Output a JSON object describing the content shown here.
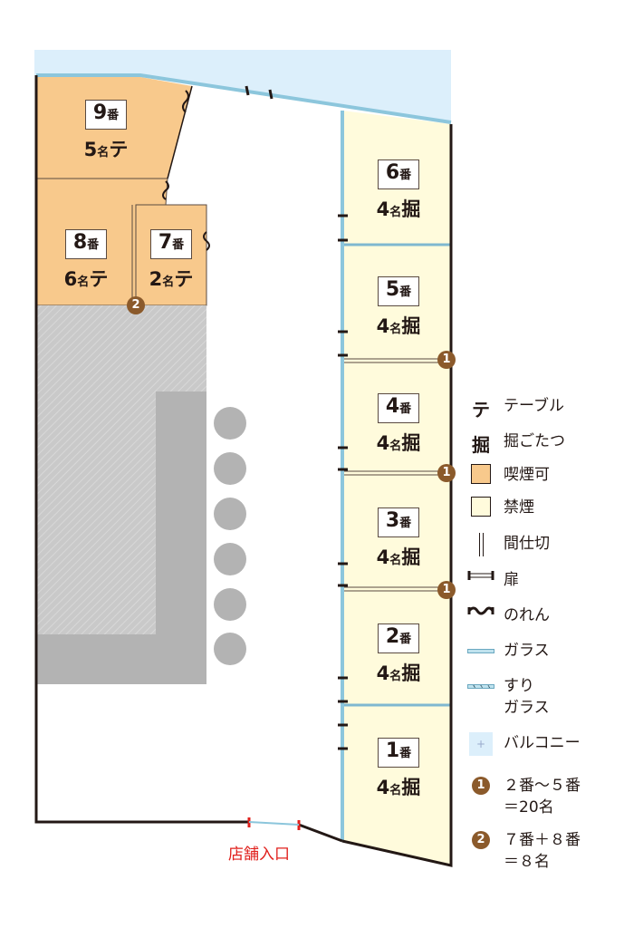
{
  "rooms": [
    {
      "id": "9",
      "num": "9",
      "unit": "番",
      "cap": "5",
      "capunit": "名",
      "type": "テ"
    },
    {
      "id": "8",
      "num": "8",
      "unit": "番",
      "cap": "6",
      "capunit": "名",
      "type": "テ"
    },
    {
      "id": "7",
      "num": "7",
      "unit": "番",
      "cap": "2",
      "capunit": "名",
      "type": "テ"
    },
    {
      "id": "6",
      "num": "6",
      "unit": "番",
      "cap": "4",
      "capunit": "名",
      "type": "掘"
    },
    {
      "id": "5",
      "num": "5",
      "unit": "番",
      "cap": "4",
      "capunit": "名",
      "type": "掘"
    },
    {
      "id": "4",
      "num": "4",
      "unit": "番",
      "cap": "4",
      "capunit": "名",
      "type": "掘"
    },
    {
      "id": "3",
      "num": "3",
      "unit": "番",
      "cap": "4",
      "capunit": "名",
      "type": "掘"
    },
    {
      "id": "2",
      "num": "2",
      "unit": "番",
      "cap": "4",
      "capunit": "名",
      "type": "掘"
    },
    {
      "id": "1",
      "num": "1",
      "unit": "番",
      "cap": "4",
      "capunit": "名",
      "type": "掘"
    }
  ],
  "badges": {
    "one": "1",
    "two": "2"
  },
  "entrance": "店舗入口",
  "legend": {
    "table_sym": "テ",
    "table": "テーブル",
    "hori_sym": "掘",
    "hori": "掘ごたつ",
    "smoking": "喫煙可",
    "nonsmoking": "禁煙",
    "partition": "間仕切",
    "door": "扉",
    "noren": "のれん",
    "glass": "ガラス",
    "frosted1": "すり",
    "frosted2": "ガラス",
    "balcony": "バルコニー",
    "note1a": "２番～５番",
    "note1b": "＝20名",
    "note2a": "７番＋８番",
    "note2b": "＝８名"
  },
  "colors": {
    "smoking": "#f8c98c",
    "nonsmoking": "#fffbdc",
    "balcony": "#dcefFb",
    "badge": "#8b5a2b",
    "entrance": "#e0201c"
  }
}
